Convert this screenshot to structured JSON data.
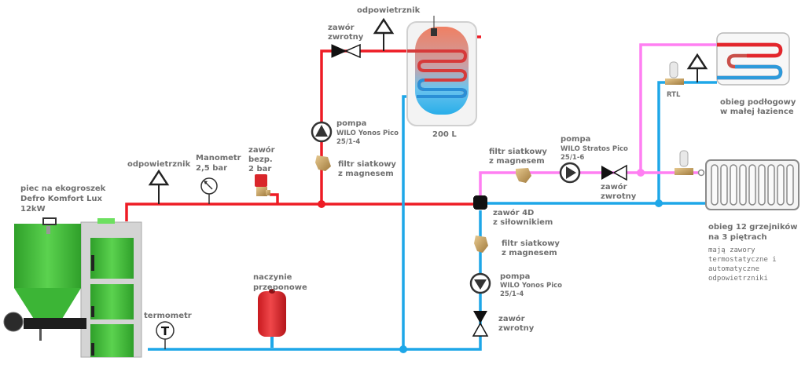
{
  "colors": {
    "supply_pipe": "#ee1c25",
    "return_pipe": "#1ea7e8",
    "mixed_supply_pipe": "#ff7ff2",
    "boiler_green": "#3fb83a",
    "label_gray": "#6f6f6f"
  },
  "boiler": {
    "label_lines": [
      "piec na ekogroszek",
      "Defro Komfort Lux",
      "12kW"
    ]
  },
  "vent_boiler": {
    "label": "odpowietrznik"
  },
  "manometer": {
    "label_lines": [
      "Manometr",
      "2,5 bar"
    ]
  },
  "safety_valve": {
    "label_lines": [
      "zawór",
      "bezp.",
      "2 bar"
    ]
  },
  "thermometer": {
    "label": "termometr",
    "symbol": "T"
  },
  "expansion_vessel": {
    "label_lines": [
      "naczynie",
      "przeponowe"
    ]
  },
  "dhw_branch": {
    "check_valve": {
      "label_lines": [
        "zawór",
        "zwrotny"
      ]
    },
    "vent": {
      "label": "odpowietrznik"
    },
    "pump": {
      "label": "pompa",
      "model_lines": [
        "WILO Yonos Pico",
        "25/1-4"
      ]
    },
    "filter": {
      "label_lines": [
        "filtr siatkowy",
        "z magnesem"
      ]
    }
  },
  "tank": {
    "label": "200 L"
  },
  "mixing_valve": {
    "label_lines": [
      "zawór 4D",
      "z siłownikiem"
    ]
  },
  "heating_supply": {
    "filter": {
      "label_lines": [
        "filtr siatkowy",
        "z magnesem"
      ]
    },
    "pump": {
      "label": "pompa",
      "model_lines": [
        "WILO Stratos Pico",
        "25/1-6"
      ]
    },
    "check_valve": {
      "label_lines": [
        "zawór",
        "zwrotny"
      ]
    }
  },
  "boiler_return": {
    "filter": {
      "label_lines": [
        "filtr siatkowy",
        "z magnesem"
      ]
    },
    "pump": {
      "label": "pompa",
      "model_lines": [
        "WILO Yonos Pico",
        "25/1-4"
      ]
    },
    "check_valve": {
      "label_lines": [
        "zawór",
        "zwrotny"
      ]
    }
  },
  "floor_heating": {
    "rtl_label": "RTL",
    "label_lines": [
      "obieg podłogowy",
      "w małej łazience"
    ]
  },
  "radiators": {
    "label_lines": [
      "obieg 12 grzejników",
      "na 3 piętrach"
    ],
    "note_lines": [
      "mają zawory",
      "termostatyczne i",
      "automatyczne",
      "odpowietrzniki"
    ]
  }
}
